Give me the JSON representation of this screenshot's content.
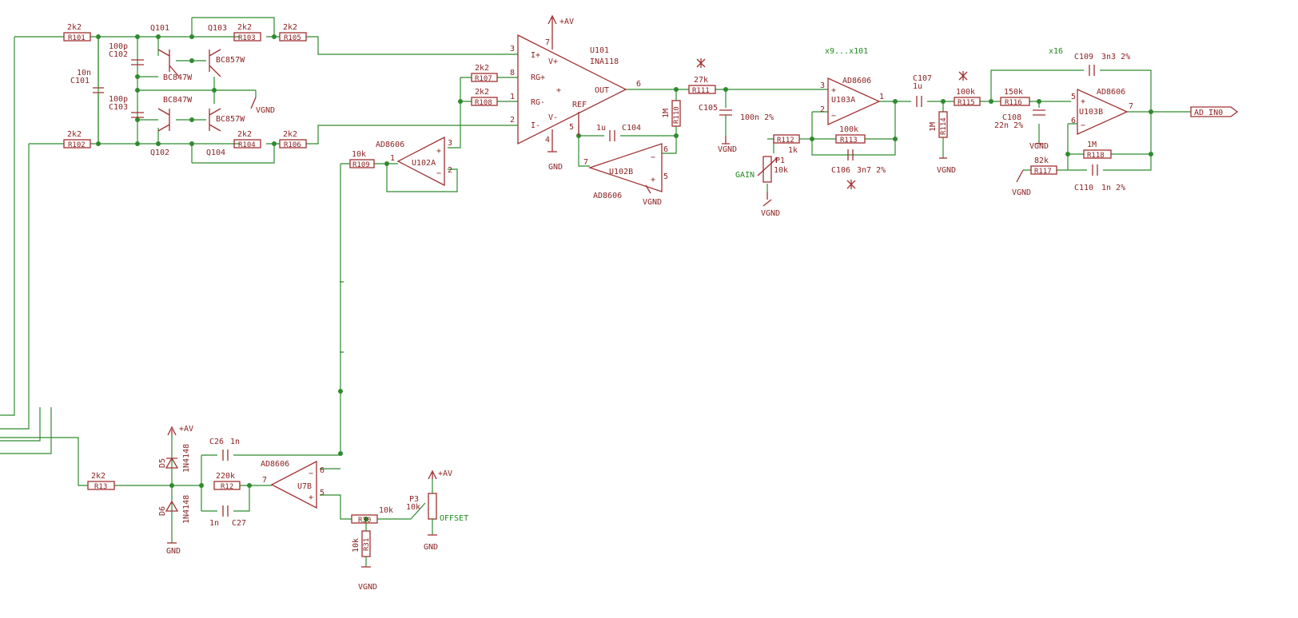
{
  "colors": {
    "wire": "#2e8b2e",
    "part": "#a23030",
    "net_label": "#1f8a1f"
  },
  "resistors": {
    "R101": {
      "name": "R101",
      "value": "2k2"
    },
    "R102": {
      "name": "R102",
      "value": "2k2"
    },
    "R103": {
      "name": "R103",
      "value": "2k2"
    },
    "R104": {
      "name": "R104",
      "value": "2k2"
    },
    "R105": {
      "name": "R105",
      "value": "2k2"
    },
    "R106": {
      "name": "R106",
      "value": "2k2"
    },
    "R107": {
      "name": "R107",
      "value": "2k2"
    },
    "R108": {
      "name": "R108",
      "value": "2k2"
    },
    "R109": {
      "name": "R109",
      "value": "10k"
    },
    "R110": {
      "name": "R110",
      "value": "1M"
    },
    "R111": {
      "name": "R111",
      "value": "27k"
    },
    "R112": {
      "name": "R112",
      "value": "1k"
    },
    "R113": {
      "name": "R113",
      "value": "100k"
    },
    "R114": {
      "name": "R114",
      "value": "1M"
    },
    "R115": {
      "name": "R115",
      "value": "100k"
    },
    "R116": {
      "name": "R116",
      "value": "150k"
    },
    "R117": {
      "name": "R117",
      "value": "82k"
    },
    "R118": {
      "name": "R118",
      "value": "1M"
    },
    "R13": {
      "name": "R13",
      "value": "2k2"
    },
    "R12": {
      "name": "R12",
      "value": "220k"
    },
    "R30": {
      "name": "R30",
      "value": "10k"
    },
    "R31": {
      "name": "R31",
      "value": "10k"
    }
  },
  "capacitors": {
    "C101": {
      "name": "C101",
      "value": "10n"
    },
    "C102": {
      "name": "C102",
      "value": "100p"
    },
    "C103": {
      "name": "C103",
      "value": "100p"
    },
    "C104": {
      "name": "C104",
      "value": "1u"
    },
    "C105": {
      "name": "C105",
      "value": "100n 2%"
    },
    "C106": {
      "name": "C106",
      "value": "3n7 2%"
    },
    "C107": {
      "name": "C107",
      "value": "1u"
    },
    "C108": {
      "name": "C108",
      "value": "22n 2%"
    },
    "C109": {
      "name": "C109",
      "value": "3n3 2%"
    },
    "C110": {
      "name": "C110",
      "value": "1n 2%"
    },
    "C26": {
      "name": "C26",
      "value": "1n"
    },
    "C27": {
      "name": "C27",
      "value": "1n"
    }
  },
  "transistors": {
    "Q101": {
      "name": "Q101",
      "part": "BC847W"
    },
    "Q102": {
      "name": "Q102",
      "part": "BC847W"
    },
    "Q103": {
      "name": "Q103",
      "part": "BC857W"
    },
    "Q104": {
      "name": "Q104",
      "part": "BC857W"
    }
  },
  "ina": {
    "name": "U101",
    "part": "INA118",
    "pins": {
      "in_p": "I+",
      "in_n": "I-",
      "rg_p": "RG+",
      "rg_n": "RG-",
      "vp": "V+",
      "vn": "V-",
      "ref": "REF",
      "out": "OUT"
    }
  },
  "opamps": {
    "U102A": {
      "name": "U102A",
      "part": "AD8606"
    },
    "U102B": {
      "name": "U102B",
      "part": "AD8606"
    },
    "U103A": {
      "name": "U103A",
      "part": "AD8606"
    },
    "U103B": {
      "name": "U103B",
      "part": "AD8606"
    },
    "U7B": {
      "name": "U7B",
      "part": "AD8606"
    }
  },
  "pots": {
    "P1": {
      "name": "P1",
      "value": "10k",
      "label": "GAIN"
    },
    "P3": {
      "name": "P3",
      "value": "10k",
      "label": "OFFSET"
    }
  },
  "diodes": {
    "D5": {
      "name": "D5",
      "part": "1N4148"
    },
    "D6": {
      "name": "D6",
      "part": "1N4148"
    }
  },
  "supplies": {
    "av": "+AV",
    "gnd": "GND",
    "vgnd": "VGND"
  },
  "nets": {
    "gain_range": "x9...x101",
    "gain2": "x16",
    "output": "AD IN0"
  },
  "pin_numbers": {
    "n1": "1",
    "n2": "2",
    "n3": "3",
    "n4": "4",
    "n5": "5",
    "n6": "6",
    "n7": "7",
    "n8": "8"
  }
}
